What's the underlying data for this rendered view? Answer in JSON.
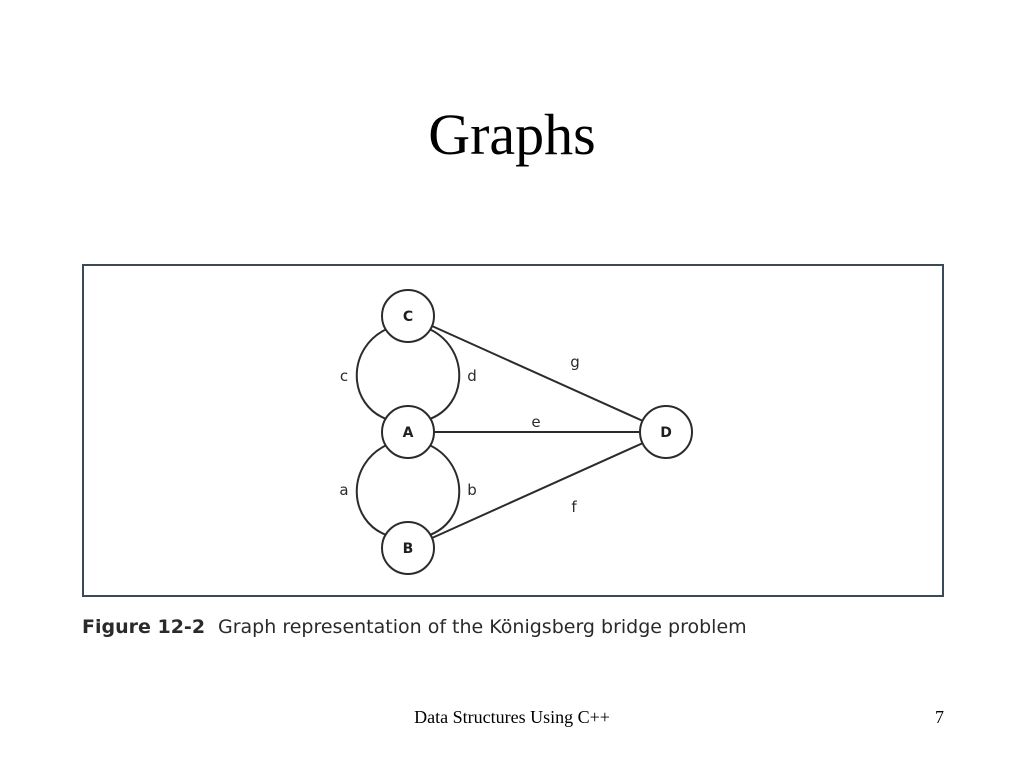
{
  "slide": {
    "title": "Graphs",
    "footer": "Data Structures Using C++",
    "page_number": "7"
  },
  "figure": {
    "label": "Figure 12-2",
    "caption": "Graph representation of the Königsberg bridge problem",
    "nodes": [
      {
        "id": "C",
        "label": "C"
      },
      {
        "id": "A",
        "label": "A"
      },
      {
        "id": "B",
        "label": "B"
      },
      {
        "id": "D",
        "label": "D"
      }
    ],
    "edges": [
      {
        "id": "c",
        "label": "c",
        "from": "C",
        "to": "A"
      },
      {
        "id": "d",
        "label": "d",
        "from": "C",
        "to": "A"
      },
      {
        "id": "a",
        "label": "a",
        "from": "A",
        "to": "B"
      },
      {
        "id": "b",
        "label": "b",
        "from": "A",
        "to": "B"
      },
      {
        "id": "e",
        "label": "e",
        "from": "A",
        "to": "D"
      },
      {
        "id": "f",
        "label": "f",
        "from": "B",
        "to": "D"
      },
      {
        "id": "g",
        "label": "g",
        "from": "C",
        "to": "D"
      }
    ]
  }
}
